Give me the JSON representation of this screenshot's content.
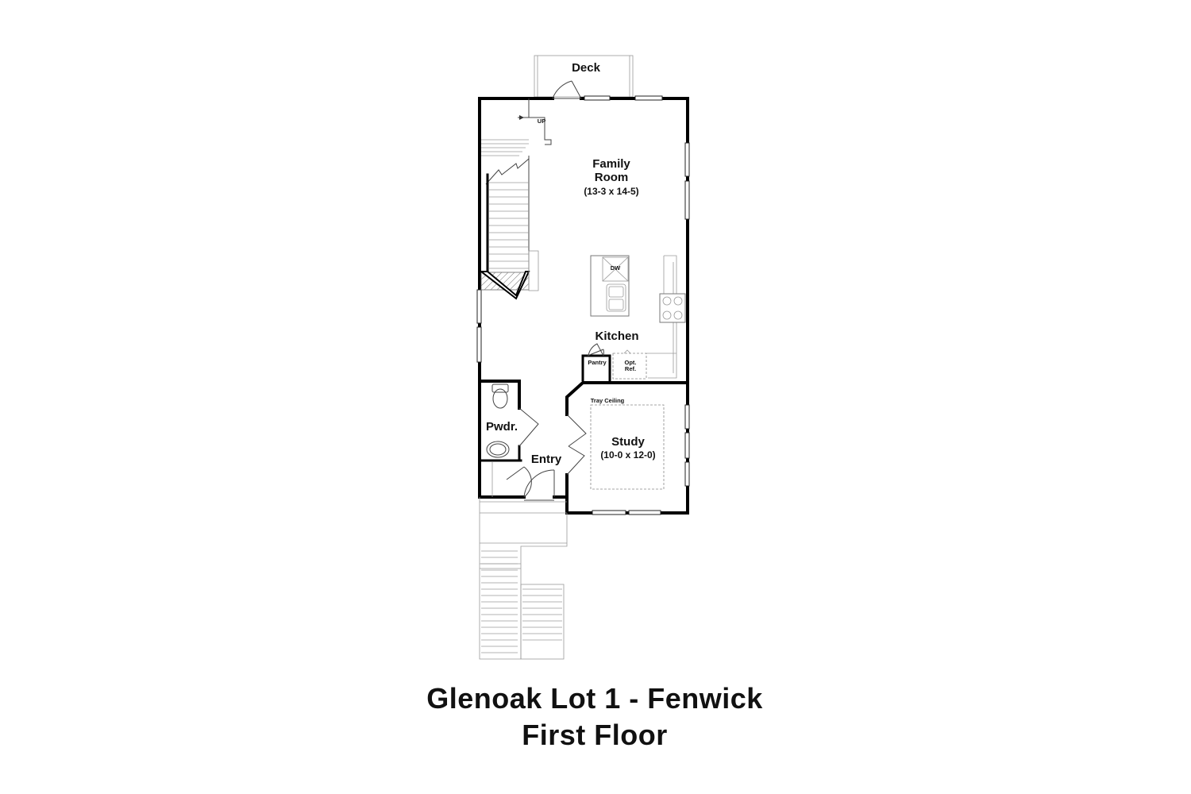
{
  "title": {
    "line1": "Glenoak Lot 1 - Fenwick",
    "line2": "First Floor"
  },
  "rooms": {
    "deck": "Deck",
    "family_room_line1": "Family",
    "family_room_line2": "Room",
    "family_room_dims": "(13-3 x 14-5)",
    "kitchen": "Kitchen",
    "pantry": "Pantry",
    "opt_ref_line1": "Opt.",
    "opt_ref_line2": "Ref.",
    "dishwasher": "DW",
    "stair_up": "UP",
    "study": "Study",
    "study_dims": "(10-0 x 12-0)",
    "tray_ceiling": "Tray Ceiling",
    "powder": "Pwdr.",
    "entry": "Entry"
  }
}
